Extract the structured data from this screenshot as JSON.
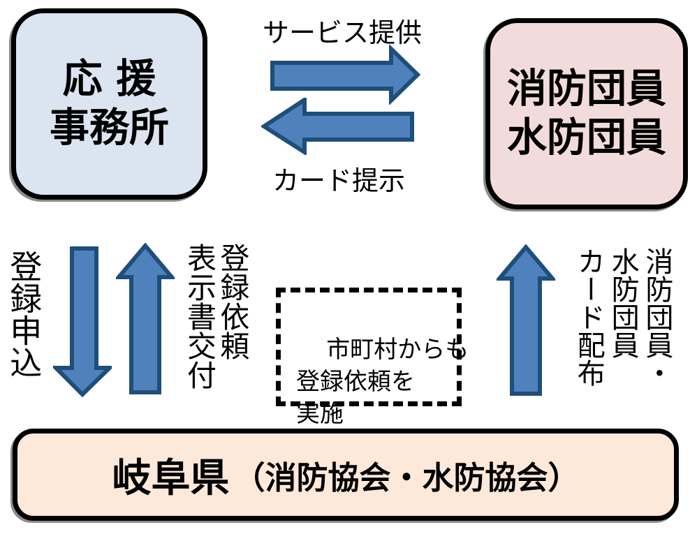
{
  "diagram": {
    "support_office": {
      "label": "応 援\n事務所"
    },
    "members_box": {
      "label": "消防団員\n水防団員"
    },
    "prefecture_box": {
      "name": "岐阜県",
      "associations": "（消防協会・水防協会）"
    },
    "municipality_note": {
      "text": "市町村からも\n登録依頼を\n実施"
    },
    "arrow_labels": {
      "service_provide": "サービス提供",
      "card_present": "カード提示",
      "registration_apply": "登録申込",
      "registration_request": "登録依頼\n表示書交付",
      "card_distribution": "消防団員・\n水防団員\nカード配布"
    },
    "colors": {
      "arrow_fill": "#4f81bd",
      "arrow_stroke": "#1f4e79",
      "support_office_fill": "#dbe5f1",
      "members_fill": "#f2dcdb",
      "prefecture_fill": "#fde9d9",
      "border": "#000000"
    }
  }
}
